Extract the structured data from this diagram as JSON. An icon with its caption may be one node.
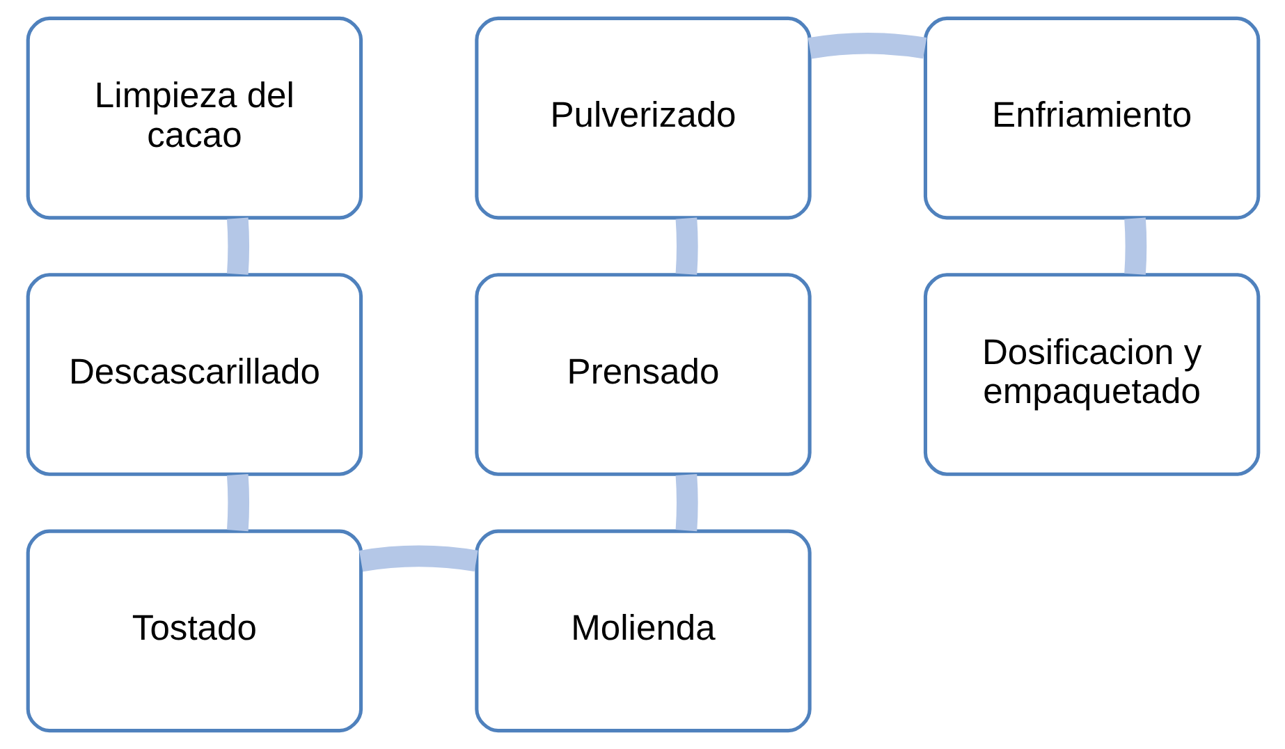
{
  "diagram": {
    "nodes": [
      {
        "text": [
          "Limpieza del cacao"
        ]
      },
      {
        "text": [
          "Descascarillado"
        ]
      },
      {
        "text": [
          "Tostado"
        ]
      },
      {
        "text": [
          "Molienda"
        ]
      },
      {
        "text": [
          "Prensado"
        ]
      },
      {
        "text": [
          "Pulverizado"
        ]
      },
      {
        "text": [
          "Enfriamiento"
        ]
      },
      {
        "text": [
          "Dosificacion y empaquetado"
        ]
      }
    ],
    "edges": [
      {
        "from": 0,
        "to": 1,
        "arrow": "none"
      },
      {
        "from": 1,
        "to": 2,
        "arrow": "none"
      },
      {
        "from": 2,
        "to": 3,
        "arrow": "none"
      },
      {
        "from": 3,
        "to": 4,
        "arrow": "none"
      },
      {
        "from": 4,
        "to": 5,
        "arrow": "none"
      },
      {
        "from": 5,
        "to": 6,
        "arrow": "none"
      },
      {
        "from": 6,
        "to": 7,
        "arrow": "none"
      }
    ]
  }
}
